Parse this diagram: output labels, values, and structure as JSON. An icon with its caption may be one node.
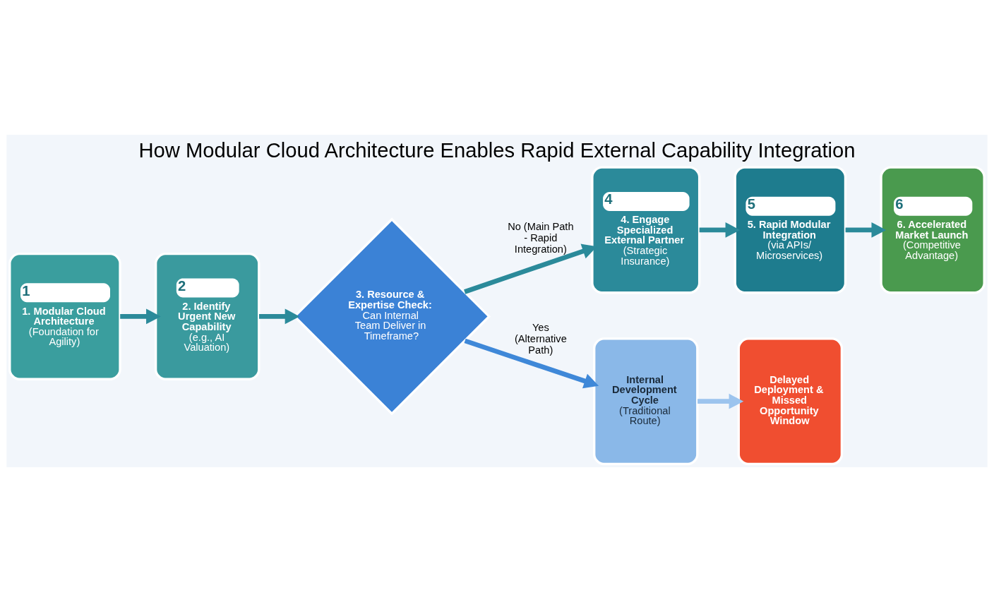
{
  "diagram": {
    "title": "How Modular Cloud Architecture Enables Rapid External Capability Integration",
    "nodes": [
      {
        "text": [
          "1",
          "1. Modular Cloud Architecture",
          "(Foundation for Agility)"
        ]
      },
      {
        "text": [
          "2",
          "2. Identify Urgent New Capability",
          "(e.g., AI Valuation)"
        ]
      },
      {
        "text": [
          "3. Resource & Expertise Check:",
          "Can Internal Team Deliver in Timeframe?"
        ]
      },
      {
        "text": [
          "4",
          "4. Engage Specialized External Partner",
          "(Strategic Insurance)"
        ]
      },
      {
        "text": [
          "5",
          "5. Rapid Modular Integration",
          "(via APIs/ Microservices)"
        ]
      },
      {
        "text": [
          "6",
          "6. Accelerated Market Launch",
          "(Competitive Advantage)"
        ]
      },
      {
        "text": [
          "Internal Development Cycle",
          "(Traditional Route)"
        ]
      },
      {
        "text": [
          "Delayed Deployment & Missed Opportunity Window"
        ]
      }
    ],
    "edges": [
      {
        "from": 0,
        "to": 1,
        "arrow": "to"
      },
      {
        "from": 1,
        "to": 2,
        "arrow": "to"
      },
      {
        "from": 2,
        "to": 3,
        "arrow": "to",
        "label": "No (Main Path - Rapid Integration)"
      },
      {
        "from": 3,
        "to": 4,
        "arrow": "to"
      },
      {
        "from": 4,
        "to": 5,
        "arrow": "to"
      },
      {
        "from": 2,
        "to": 6,
        "arrow": "to",
        "label": "Yes (Alternative Path)",
        "color": "#3f88d8"
      },
      {
        "from": 6,
        "to": 7,
        "arrow": "to",
        "color": "#9cc4ee"
      }
    ]
  }
}
